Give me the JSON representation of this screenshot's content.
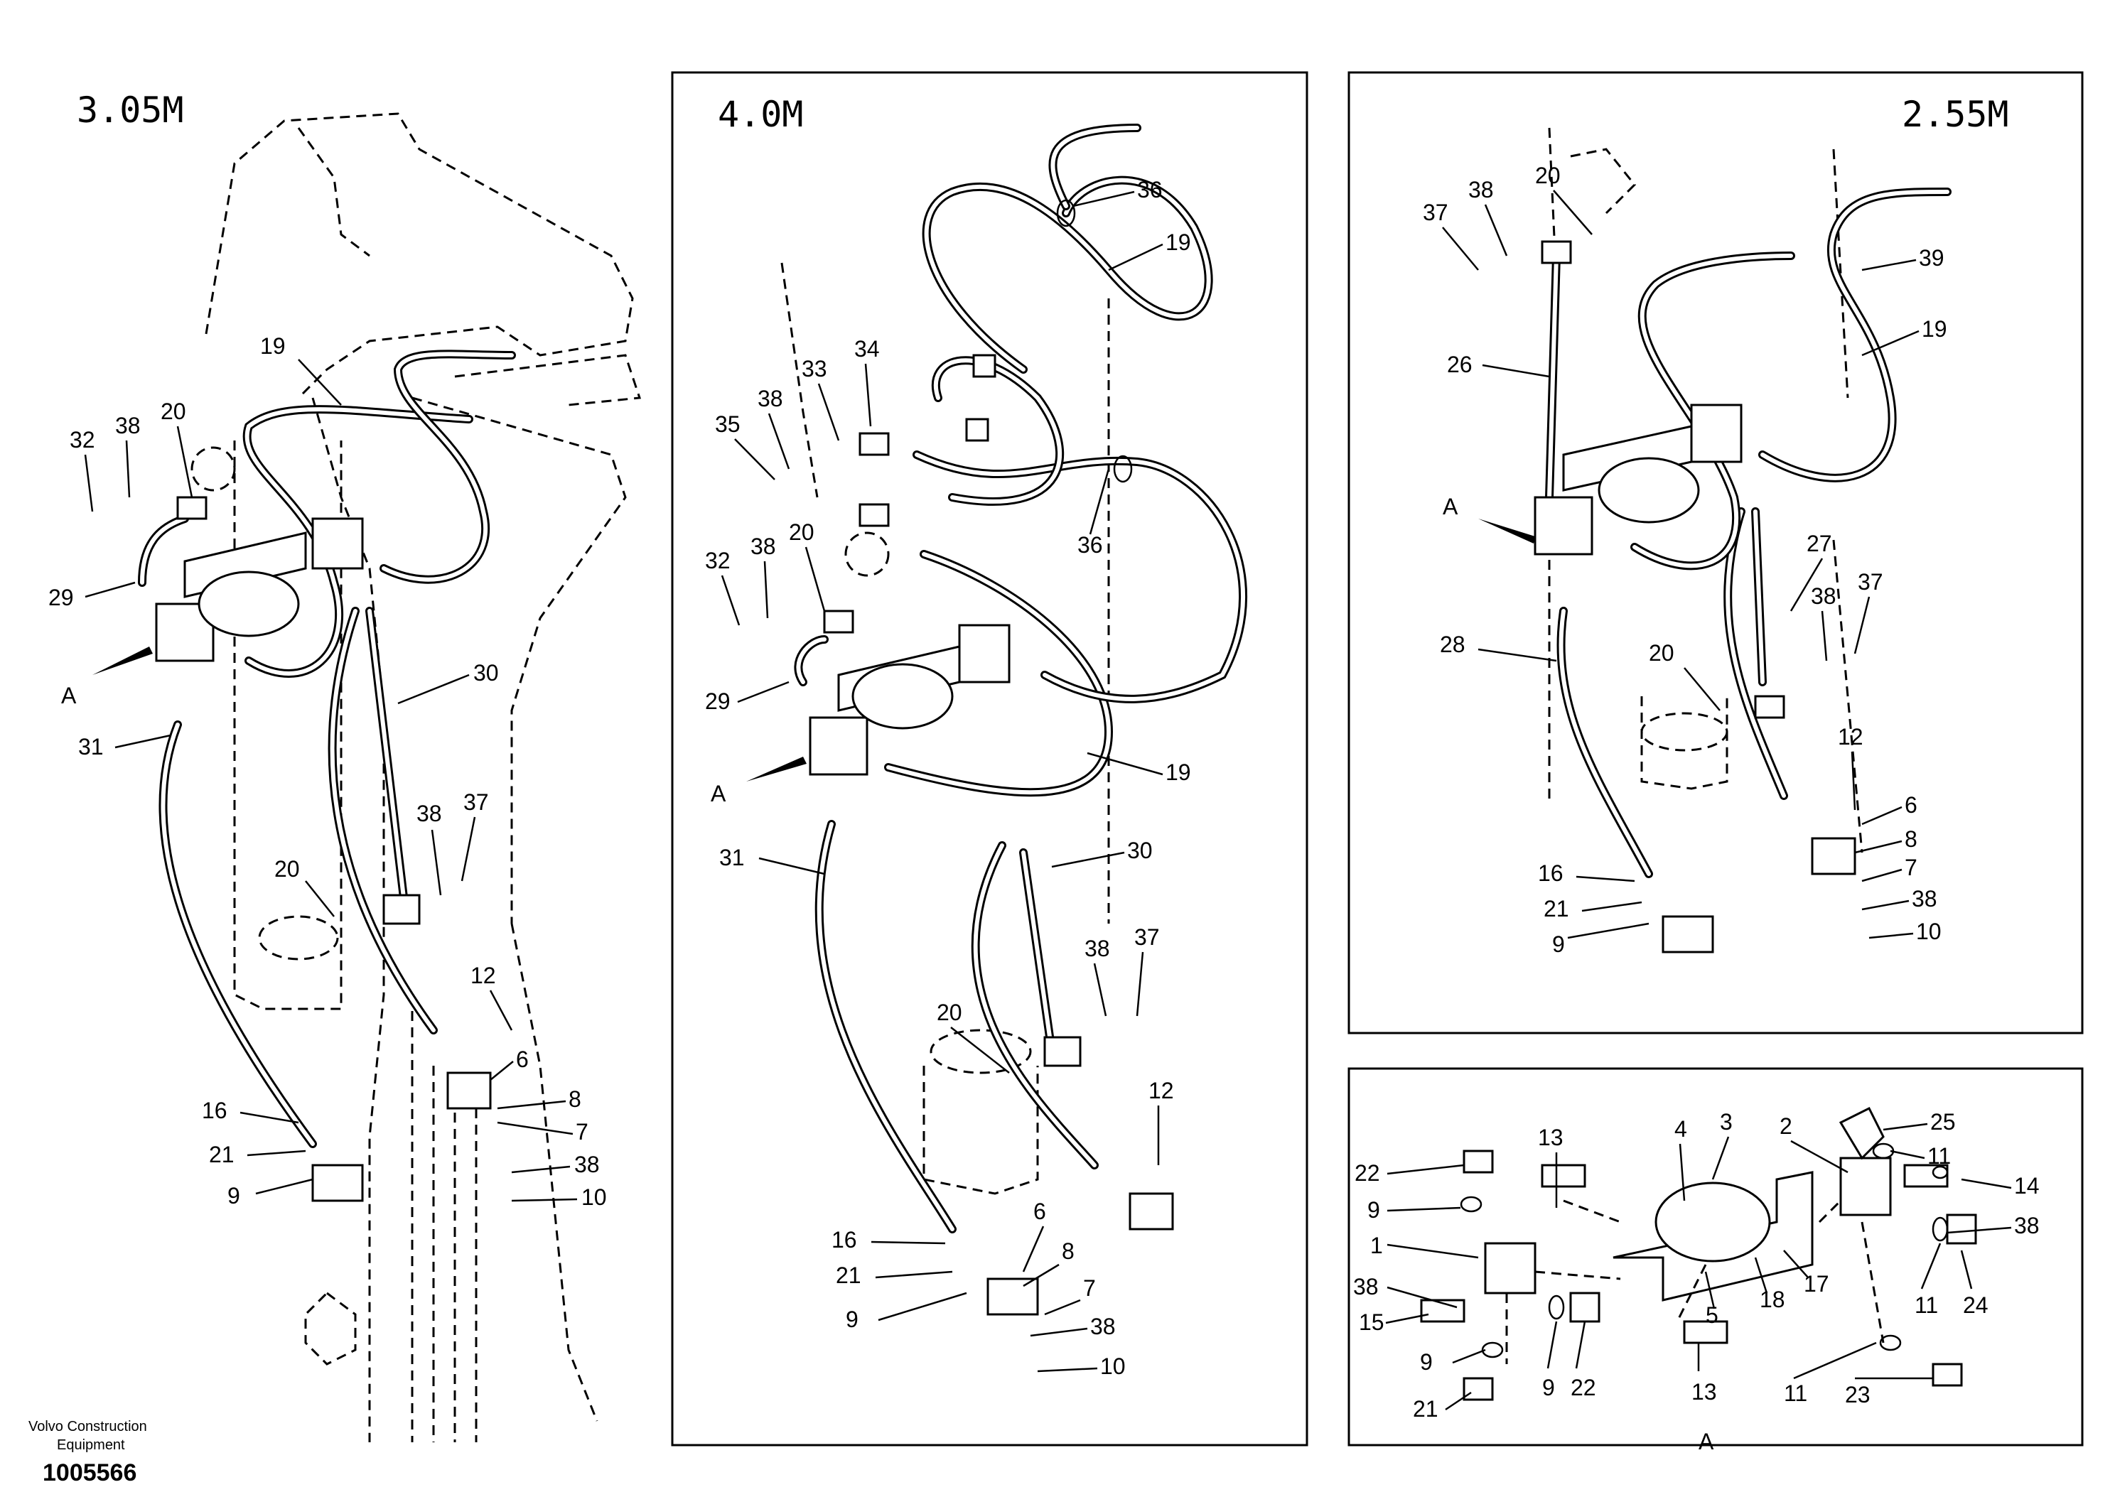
{
  "panels": {
    "left": {
      "title": "3.05M"
    },
    "center": {
      "title": "4.0M"
    },
    "right": {
      "title": "2.55M"
    },
    "detail": {
      "section_label": "A"
    }
  },
  "callouts": {
    "left": [
      "32",
      "38",
      "20",
      "19",
      "29",
      "A",
      "31",
      "30",
      "38",
      "37",
      "20",
      "12",
      "6",
      "8",
      "7",
      "16",
      "21",
      "38",
      "9",
      "10"
    ],
    "center": [
      "36",
      "19",
      "34",
      "33",
      "38",
      "35",
      "36",
      "32",
      "38",
      "20",
      "29",
      "A",
      "19",
      "31",
      "30",
      "38",
      "37",
      "20",
      "12",
      "6",
      "16",
      "21",
      "8",
      "9",
      "7",
      "38",
      "10"
    ],
    "right": [
      "20",
      "38",
      "37",
      "39",
      "19",
      "26",
      "A",
      "27",
      "38",
      "37",
      "28",
      "20",
      "12",
      "6",
      "8",
      "16",
      "7",
      "21",
      "38",
      "9",
      "10"
    ],
    "detail": [
      "13",
      "4",
      "3",
      "2",
      "25",
      "22",
      "11",
      "9",
      "14",
      "1",
      "38",
      "38",
      "17",
      "18",
      "5",
      "15",
      "9",
      "9",
      "22",
      "11",
      "24",
      "21",
      "13",
      "11",
      "23"
    ]
  },
  "footer": {
    "brand_line1": "Volvo Construction",
    "brand_line2": "Equipment",
    "drawing_number": "1005566"
  }
}
